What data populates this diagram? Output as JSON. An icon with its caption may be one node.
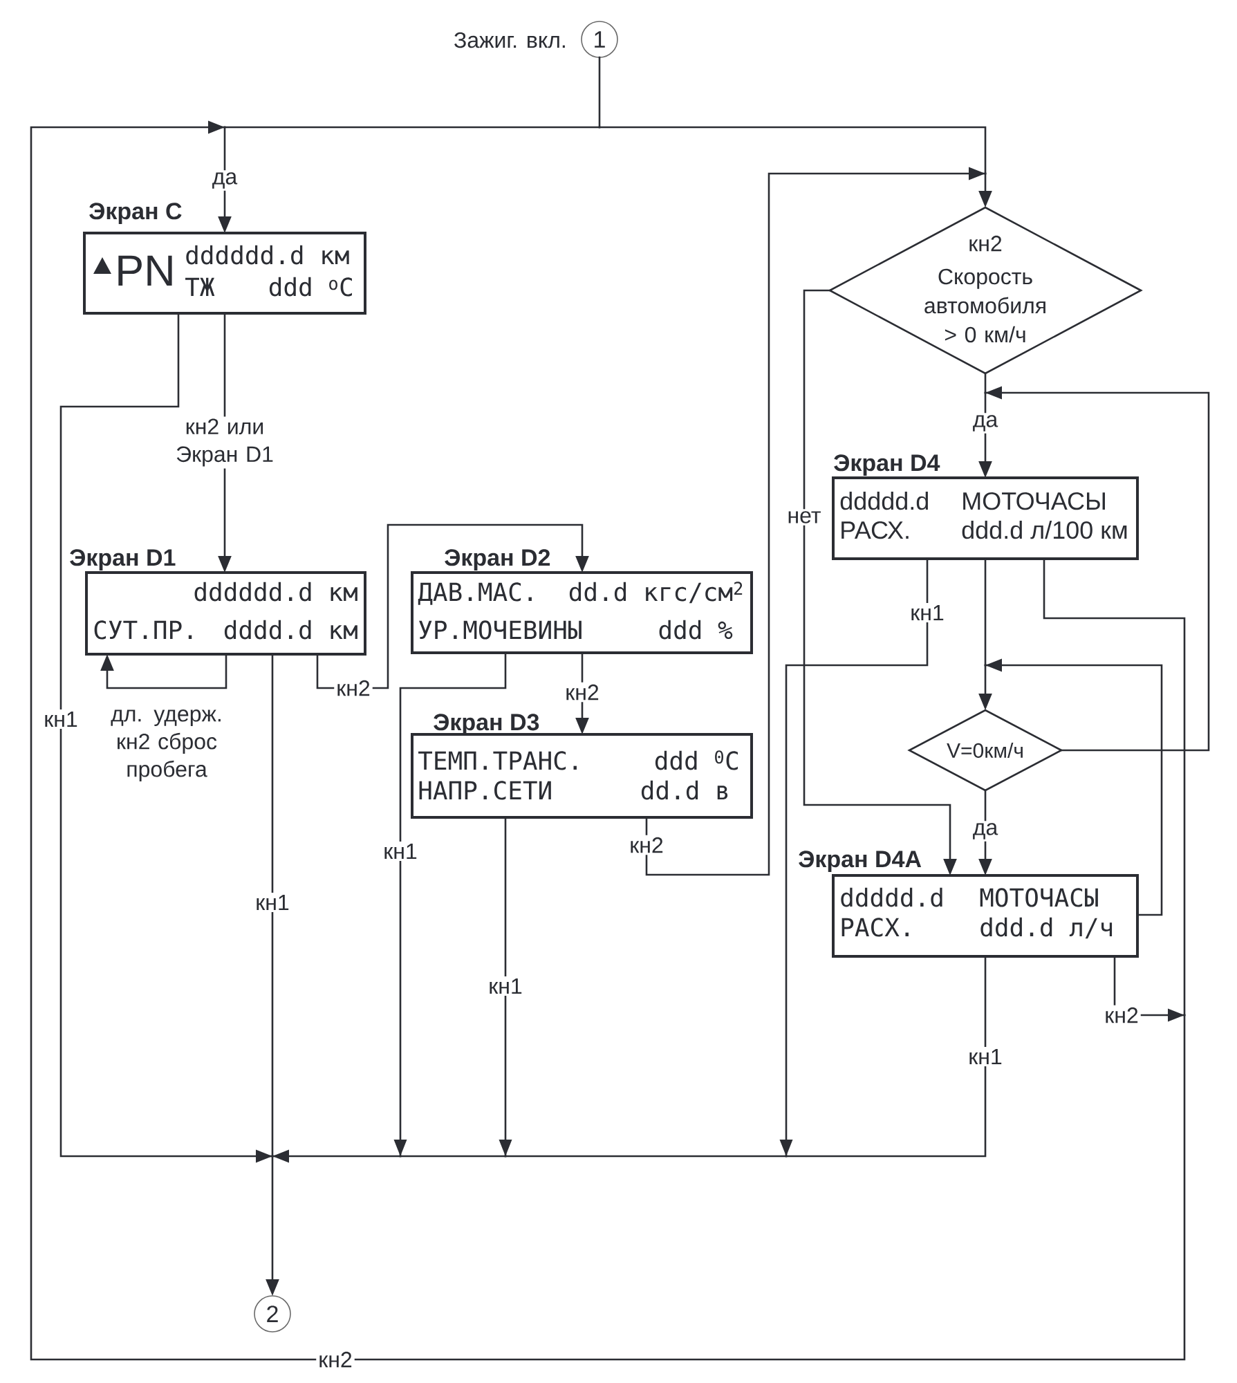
{
  "diagram": {
    "nodes": [
      {
        "text": [
          "1"
        ],
        "beside": [
          "Зажиг. вкл."
        ]
      },
      {
        "text": [
          "Экран C",
          "PN",
          "dddddd.d км",
          "ТЖ",
          "ddd $^{o}$C"
        ]
      },
      {
        "text": [
          "Экран D1",
          "dddddd.d км",
          "СУТ.ПР.",
          "dddd.d км"
        ]
      },
      {
        "text": [
          "Экран D2",
          "ДАВ.МАС.",
          "dd.d кгс/см$^{2}$",
          "УР.МОЧЕВИНЫ",
          "ddd %"
        ]
      },
      {
        "text": [
          "Экран D3",
          "ТЕМП.ТРАНС.",
          "ddd $^{0}$C",
          "НАПР.СЕТИ",
          "dd.d в"
        ]
      },
      {
        "text": [
          "кн2",
          "Скорость автомобиля > 0 км/ч"
        ]
      },
      {
        "text": [
          "Экран D4",
          "ddddd.d",
          "МОТОЧАСЫ",
          "РАСХ.",
          "ddd.d л/100 км"
        ]
      },
      {
        "text": [
          "V=0км/ч"
        ]
      },
      {
        "text": [
          "Экран D4A",
          "ddddd.d",
          "МОТОЧАСЫ",
          "РАСХ.",
          "ddd.d л/ч"
        ]
      },
      {
        "text": [
          "2"
        ]
      }
    ],
    "edges": [
      {
        "from": 0,
        "to": 1,
        "arrow": "to",
        "label": "да"
      },
      {
        "from": 0,
        "to": 5,
        "arrow": "to"
      },
      {
        "from": 1,
        "to": 2,
        "arrow": "to",
        "label": "кн2 или Экран D1"
      },
      {
        "from": 1,
        "to": 9,
        "arrow": "to",
        "label": "кн1"
      },
      {
        "from": 2,
        "to": 2,
        "arrow": "to",
        "label": "дл. удерж. кн2 сброс пробега"
      },
      {
        "from": 2,
        "to": 3,
        "arrow": "to",
        "label": "кн2"
      },
      {
        "from": 2,
        "to": 9,
        "arrow": "to",
        "label": "кн1"
      },
      {
        "from": 3,
        "to": 4,
        "arrow": "to",
        "label": "кн2"
      },
      {
        "from": 3,
        "to": 9,
        "arrow": "to",
        "label": "кн1"
      },
      {
        "from": 4,
        "to": 5,
        "arrow": "to",
        "label": "кн2"
      },
      {
        "from": 4,
        "to": 9,
        "arrow": "to",
        "label": "кн1"
      },
      {
        "from": 5,
        "to": 6,
        "arrow": "to",
        "label": "да"
      },
      {
        "from": 5,
        "to": 8,
        "arrow": "to",
        "label": "нет"
      },
      {
        "from": 6,
        "to": 7,
        "arrow": "to"
      },
      {
        "from": 6,
        "to": 9,
        "arrow": "to",
        "label": "кн1"
      },
      {
        "from": 6,
        "to": 1,
        "arrow": "to",
        "label": "кн2"
      },
      {
        "from": 7,
        "to": 8,
        "arrow": "to",
        "label": "да"
      },
      {
        "from": 7,
        "to": 6,
        "arrow": "to"
      },
      {
        "from": 8,
        "to": 7,
        "arrow": "to"
      },
      {
        "from": 8,
        "to": 9,
        "arrow": "to",
        "label": "кн1"
      },
      {
        "from": 8,
        "to": 1,
        "arrow": "to",
        "label": "кн2"
      }
    ]
  }
}
